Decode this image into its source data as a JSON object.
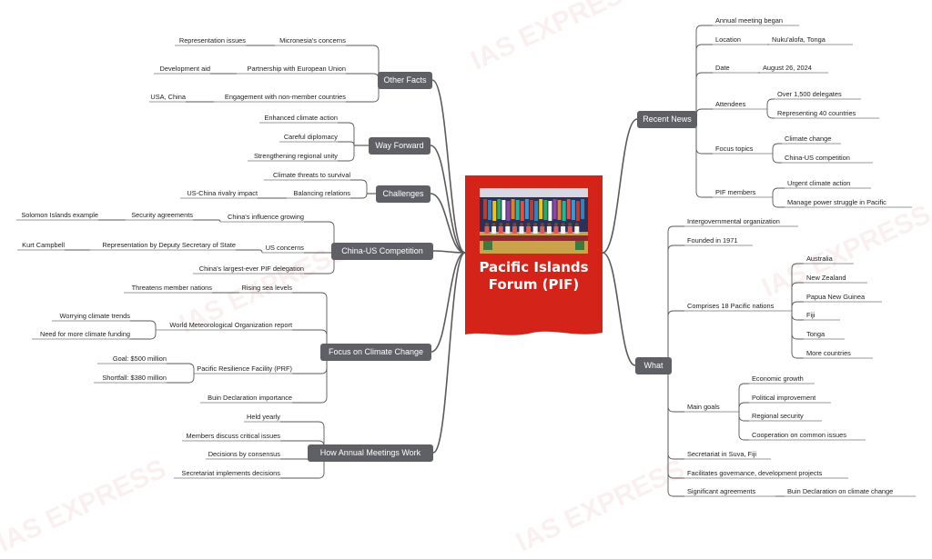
{
  "watermark": "IAS EXPRESS",
  "center": {
    "title_line1": "Pacific Islands",
    "title_line2": "Forum (PIF)"
  },
  "colors": {
    "center_bg": "#d42318",
    "branch_node_bg": "#5f5f66",
    "line": "#5a5a5a",
    "underline": "#9a9a9a",
    "watermark": "#c82828"
  },
  "left": [
    {
      "label": "Other Facts",
      "children": [
        {
          "label": "Micronesia's concerns",
          "children": [
            {
              "label": "Representation issues"
            }
          ]
        },
        {
          "label": "Partnership with European Union",
          "children": [
            {
              "label": "Development aid"
            }
          ]
        },
        {
          "label": "Engagement with non-member countries",
          "children": [
            {
              "label": "USA, China"
            }
          ]
        }
      ]
    },
    {
      "label": "Way Forward",
      "children": [
        {
          "label": "Enhanced climate action"
        },
        {
          "label": "Careful diplomacy"
        },
        {
          "label": "Strengthening regional unity"
        }
      ]
    },
    {
      "label": "Challenges",
      "children": [
        {
          "label": "Climate threats to survival"
        },
        {
          "label": "Balancing relations",
          "children": [
            {
              "label": "US-China rivalry impact"
            }
          ]
        }
      ]
    },
    {
      "label": "China-US Competition",
      "children": [
        {
          "label": "China's influence growing",
          "children": [
            {
              "label": "Security agreements",
              "children": [
                {
                  "label": "Solomon Islands example"
                }
              ]
            }
          ]
        },
        {
          "label": "US concerns",
          "children": [
            {
              "label": "Representation by Deputy Secretary of State",
              "children": [
                {
                  "label": "Kurt Campbell"
                }
              ]
            }
          ]
        },
        {
          "label": "China's largest-ever PIF delegation"
        }
      ]
    },
    {
      "label": "Focus on Climate Change",
      "children": [
        {
          "label": "Rising sea levels",
          "children": [
            {
              "label": "Threatens member nations"
            }
          ]
        },
        {
          "label": "World Meteorological Organization report",
          "children": [
            {
              "label": "Worrying climate trends"
            },
            {
              "label": "Need for more climate funding"
            }
          ]
        },
        {
          "label": "Pacific Resilience Facility (PRF)",
          "children": [
            {
              "label": "Goal: $500 million"
            },
            {
              "label": "Shortfall: $380 million"
            }
          ]
        },
        {
          "label": "Buin Declaration importance"
        }
      ]
    },
    {
      "label": "How Annual Meetings Work",
      "children": [
        {
          "label": "Held yearly"
        },
        {
          "label": "Members discuss critical issues"
        },
        {
          "label": "Decisions by consensus"
        },
        {
          "label": "Secretariat implements decisions"
        }
      ]
    }
  ],
  "right": [
    {
      "label": "Recent News",
      "children": [
        {
          "label": "Annual meeting began"
        },
        {
          "label": "Location",
          "children": [
            {
              "label": "Nuku'alofa, Tonga"
            }
          ]
        },
        {
          "label": "Date",
          "children": [
            {
              "label": "August 26, 2024"
            }
          ]
        },
        {
          "label": "Attendees",
          "children": [
            {
              "label": "Over 1,500 delegates"
            },
            {
              "label": "Representing 40 countries"
            }
          ]
        },
        {
          "label": "Focus topics",
          "children": [
            {
              "label": "Climate change"
            },
            {
              "label": "China-US competition"
            }
          ]
        },
        {
          "label": "PIF members",
          "children": [
            {
              "label": "Urgent climate action"
            },
            {
              "label": "Manage power struggle in Pacific"
            }
          ]
        }
      ]
    },
    {
      "label": "What",
      "children": [
        {
          "label": "Intergovernmental organization"
        },
        {
          "label": "Founded in 1971"
        },
        {
          "label": "Comprises 18 Pacific nations",
          "children": [
            {
              "label": "Australia"
            },
            {
              "label": "New Zealand"
            },
            {
              "label": "Papua New Guinea"
            },
            {
              "label": "Fiji"
            },
            {
              "label": "Tonga"
            },
            {
              "label": "More countries"
            }
          ]
        },
        {
          "label": "Main goals",
          "children": [
            {
              "label": "Economic growth"
            },
            {
              "label": "Political improvement"
            },
            {
              "label": "Regional security"
            },
            {
              "label": "Cooperation on common issues"
            }
          ]
        },
        {
          "label": "Secretariat in Suva, Fiji"
        },
        {
          "label": "Facilitates governance, development projects"
        },
        {
          "label": "Significant agreements",
          "children": [
            {
              "label": "Buin Declaration on climate change"
            }
          ]
        }
      ]
    }
  ]
}
